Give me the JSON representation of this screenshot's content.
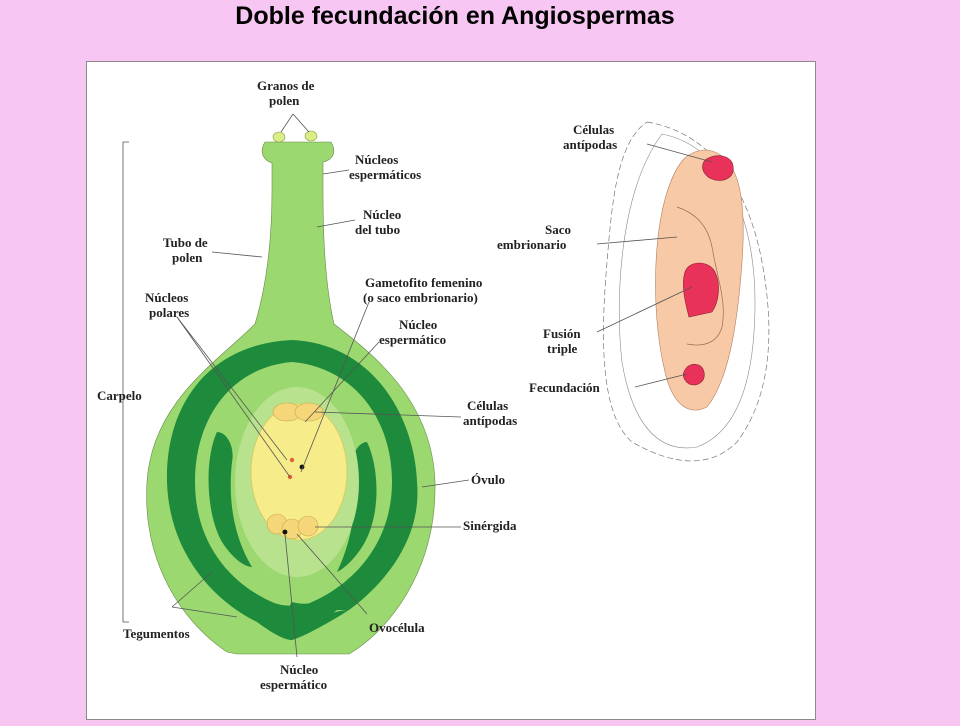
{
  "title": "Doble fecundación en  Angiospermas",
  "colors": {
    "background": "#f7c6f2",
    "carpel": "#9bd870",
    "integument": "#1e8a3c",
    "embryo_sac": "#f7ec8a",
    "right_sac": "#f7c9a6",
    "nuclei": "#e8325a"
  },
  "labels": {
    "granos_polen": [
      "Granos de",
      "polen"
    ],
    "nucleos_espermaticos": [
      "Núcleos",
      "espermáticos"
    ],
    "nucleo_tubo": [
      "Núcleo",
      "del tubo"
    ],
    "tubo_polen": [
      "Tubo de",
      "polen"
    ],
    "gametofito": [
      "Gametofito femenino",
      "(o saco embrionario)"
    ],
    "nucleos_polares": [
      "Núcleos",
      "polares"
    ],
    "nucleo_espermatico_mid": [
      "Núcleo",
      "espermático"
    ],
    "carpelo": "Carpelo",
    "celulas_antipodas_left": [
      "Células",
      "antípodas"
    ],
    "ovulo": "Óvulo",
    "sinergida": "Sinérgida",
    "tegumentos": "Tegumentos",
    "ovocelula": "Ovocélula",
    "nucleo_espermatico_bottom": [
      "Núcleo",
      "espermático"
    ],
    "celulas_antipodas_right": [
      "Células",
      "antípodas"
    ],
    "saco_embrionario": [
      "Saco",
      "embrionario"
    ],
    "fusion_triple": [
      "Fusión",
      "triple"
    ],
    "fecundacion": "Fecundación"
  }
}
